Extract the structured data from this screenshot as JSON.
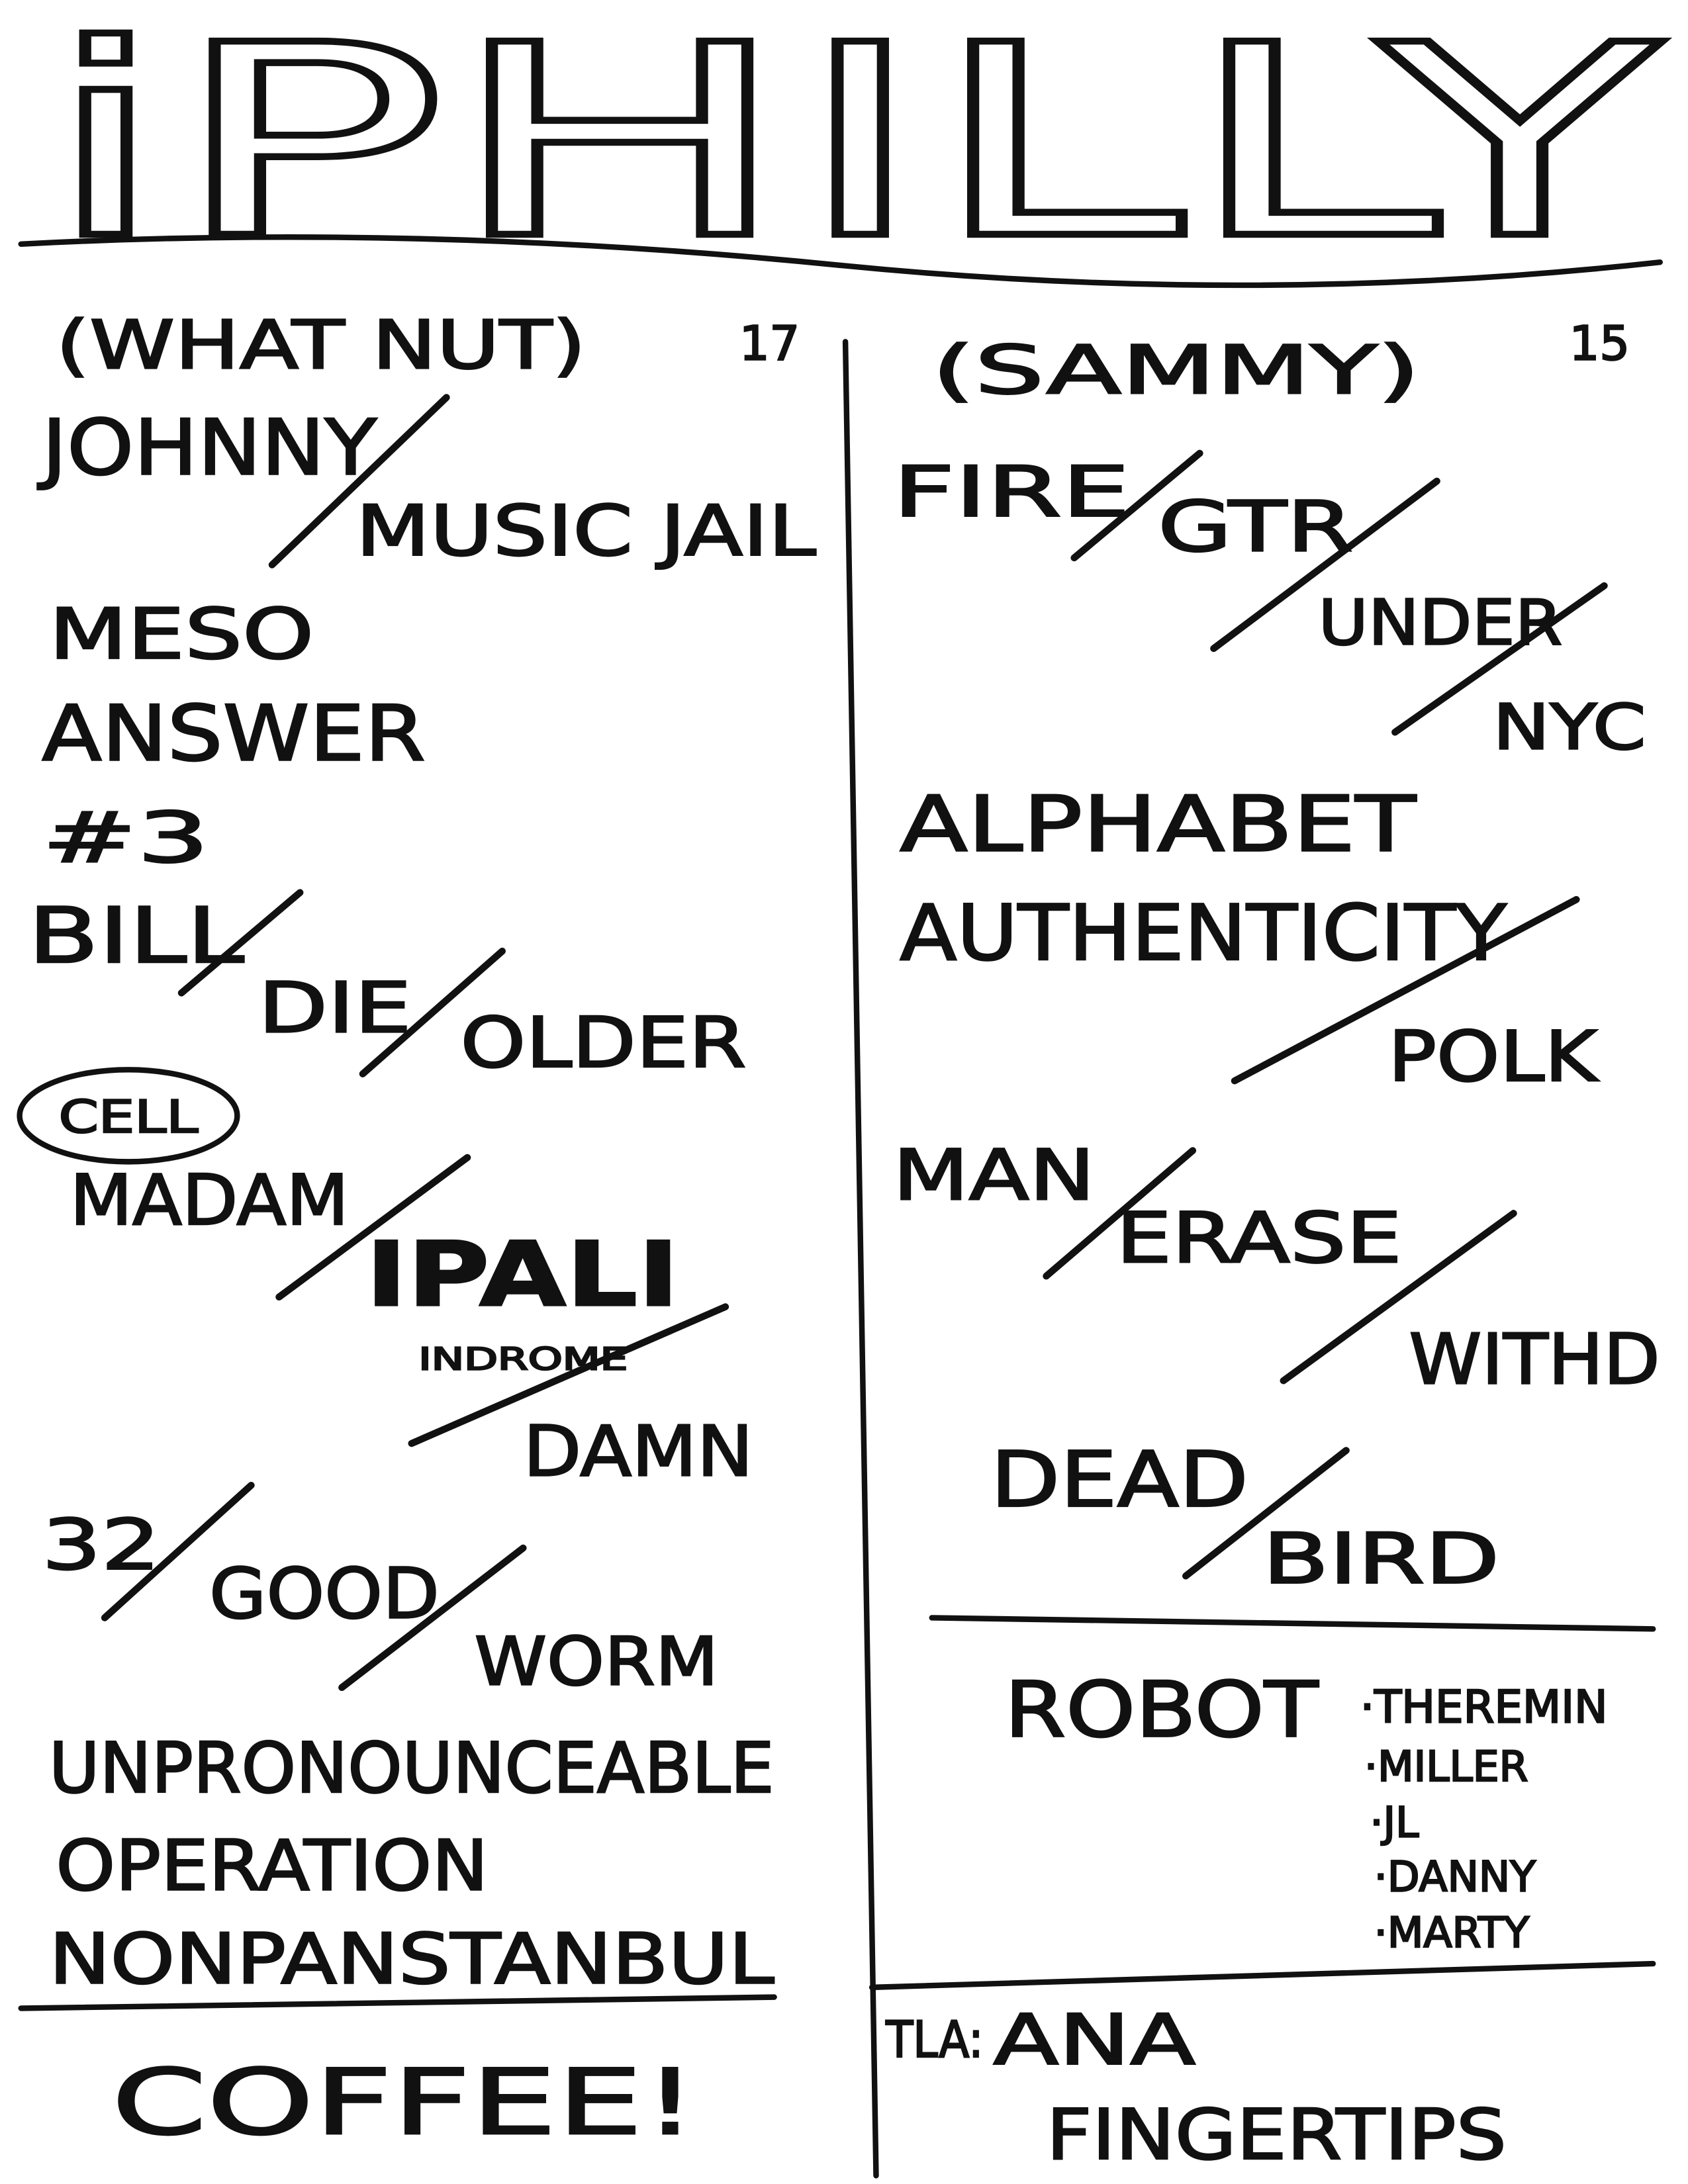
{
  "title": "iPHILLY",
  "left_set": {
    "header": "(WHAT NUT)",
    "count": "17",
    "songs": [
      "JOHNNY",
      "MUSIC JAIL",
      "MESO",
      "ANSWER",
      "#3",
      "BILL",
      "DIE",
      "OLDER",
      "CELL",
      "MADAM",
      "IPALI",
      "INDROME",
      "DAMN",
      "32",
      "GOOD",
      "WORM",
      "UNPRONOUNCEABLE",
      "OPERATION",
      "NONPANSTANBUL"
    ],
    "footer": "COFFEE!"
  },
  "right_set": {
    "header": "(SAMMY)",
    "count": "15",
    "songs": [
      "FIRE",
      "GTR",
      "UNDER",
      "NYC",
      "ALPHABET",
      "AUTHENTICITY",
      "POLK",
      "MAN",
      "ERASE",
      "WITHD",
      "DEAD",
      "BIRD"
    ],
    "robot": {
      "label": "ROBOT",
      "members": [
        "THEREMIN",
        "MILLER",
        "JL",
        "DANNY",
        "MARTY"
      ]
    },
    "footer_prefix": "TLA:",
    "footer": [
      "ANA",
      "FINGERTIPS"
    ]
  }
}
